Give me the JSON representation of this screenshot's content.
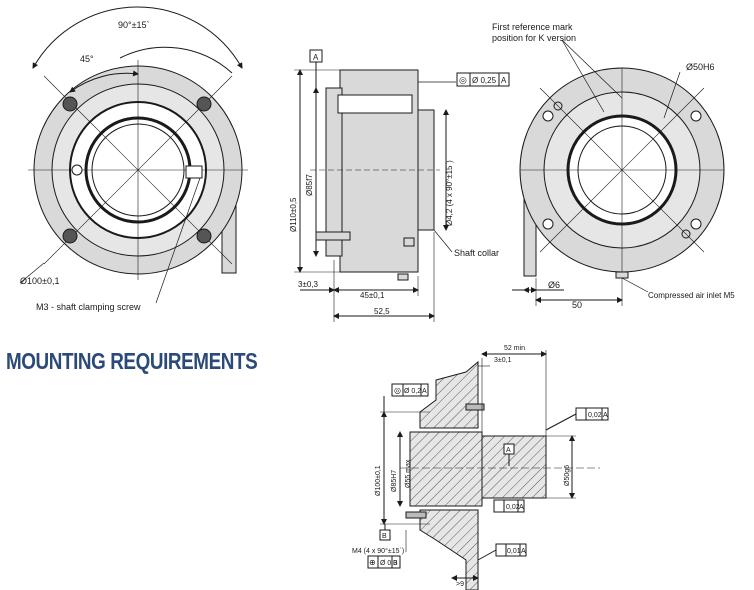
{
  "section_heading": "MOUNTING REQUIREMENTS",
  "colors": {
    "heading": "#2b4a7a",
    "line": "#1a1a1a",
    "body_fill": "#d9d9d9",
    "bore_fill": "#ffffff"
  },
  "front_view": {
    "angle_total": "90°±15`",
    "angle_half": "45°",
    "outer_diameter": "Ø100±0,1",
    "clamp_screw_note": "M3 - shaft clamping screw"
  },
  "side_view": {
    "datum_a": "A",
    "concentricity": {
      "symbol": "◎",
      "value": "Ø 0,25",
      "datum": "A"
    },
    "dia_flange": "Ø110±0,5",
    "dia_pilot": "Ø85f7",
    "holes": "Ø4,2 (4 x 90°±15`)",
    "shaft_collar_label": "Shaft collar",
    "dim_small": "3±0,3",
    "dim_body": "45±0,1",
    "dim_total": "52,5"
  },
  "rear_view": {
    "ref_mark_line1": "First reference mark",
    "ref_mark_line2": "position for K version",
    "bore": "Ø50H6",
    "pin_dia": "Ø6",
    "dim_50": "50",
    "air_inlet": "Compressed air inlet M5"
  },
  "mounting": {
    "dim_52min": "52 min",
    "dim_3": "3±0,1",
    "conc_value": "Ø 0,2",
    "conc_datum": "A",
    "runout_1": "0,02",
    "runout_1_datum": "A",
    "runout_2": "0,02",
    "runout_2_datum": "A",
    "runout_3": "0,01",
    "runout_3_datum": "A",
    "shaft_dia": "Ø50g6",
    "dia_100": "Ø100±0,1",
    "dia_85": "Ø85H7",
    "dia_55": "Ø55 max",
    "datum_a": "A",
    "datum_b": "B",
    "holes_m4": "M4 (4 x 90°±15`)",
    "pos_symbol": "⊕",
    "pos_value": "Ø 0,3",
    "pos_datum": "B",
    "dim_9": ">9"
  }
}
